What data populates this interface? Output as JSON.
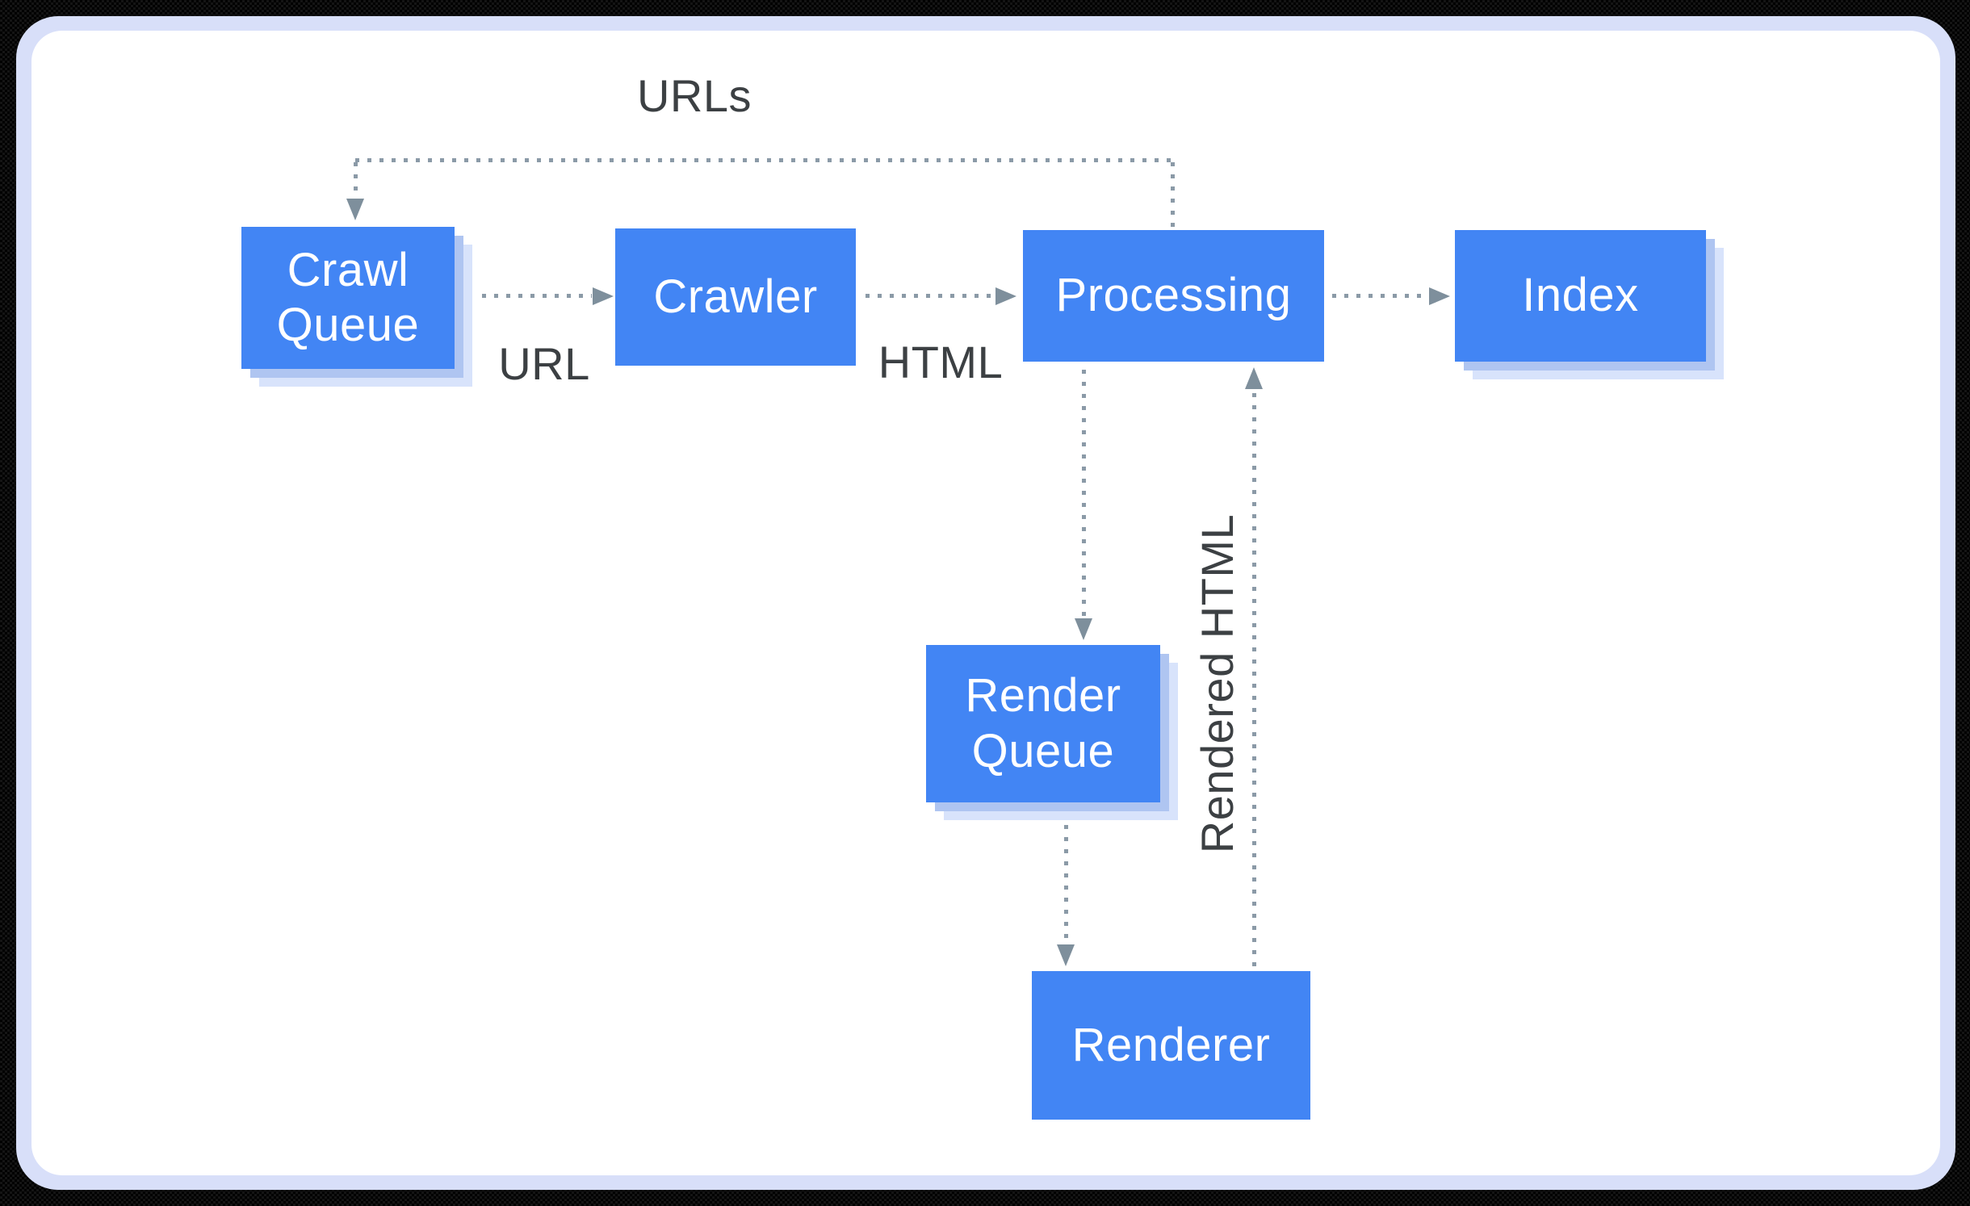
{
  "nodes": {
    "crawl_queue": "Crawl Queue",
    "crawler": "Crawler",
    "processing": "Processing",
    "index": "Index",
    "render_queue": "Render Queue",
    "renderer": "Renderer"
  },
  "edge_labels": {
    "urls": "URLs",
    "url": "URL",
    "html": "HTML",
    "rendered_html": "Rendered HTML"
  },
  "colors": {
    "node_fill": "#4285F4",
    "node_text": "#FFFFFF",
    "node_shadow_inner": "#AFC5F1",
    "node_shadow_outer": "#D8E3FB",
    "connector_dots": "#8B9AA7",
    "arrowhead": "#7E8F9C",
    "label_text": "#3C4043",
    "card_background": "#FFFFFF",
    "card_border": "#D8DFF9",
    "page_background": "#000000"
  }
}
